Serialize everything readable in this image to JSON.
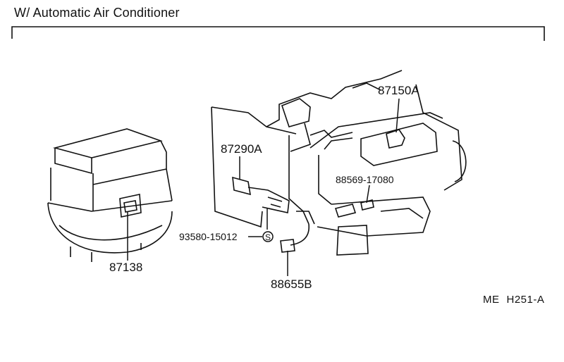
{
  "page": {
    "title": "W/ Automatic Air Conditioner",
    "footer": {
      "code1": "ME",
      "code2": "H251-A"
    }
  },
  "parts": [
    {
      "id": "p87150A",
      "number": "87150A"
    },
    {
      "id": "p87290A",
      "number": "87290A"
    },
    {
      "id": "p88569",
      "number": "88569-17080"
    },
    {
      "id": "p93580",
      "number": "93580-15012"
    },
    {
      "id": "p87138",
      "number": "87138"
    },
    {
      "id": "p88655B",
      "number": "88655B"
    }
  ],
  "symbols": {
    "standard_part_mark": "S"
  }
}
